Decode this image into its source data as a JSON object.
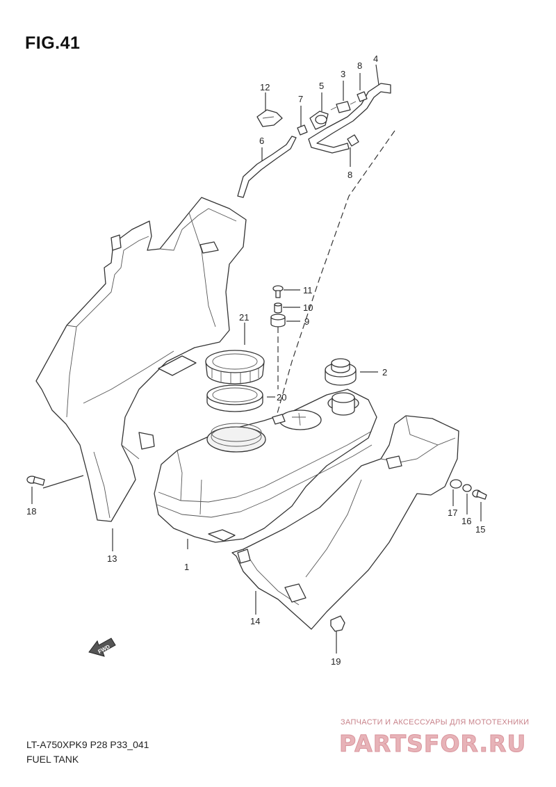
{
  "figure": {
    "title": "FIG.41",
    "model_code": "LT-A750XPK9 P28 P33_041",
    "section_title": "FUEL TANK"
  },
  "callouts": [
    "1",
    "2",
    "3",
    "4",
    "5",
    "6",
    "7",
    "8",
    "8",
    "9",
    "10",
    "11",
    "12",
    "13",
    "14",
    "15",
    "16",
    "17",
    "18",
    "19",
    "20",
    "21"
  ],
  "direction_indicator": {
    "label": "FWD"
  },
  "watermark": {
    "tagline": "ЗАПЧАСТИ И АКСЕССУАРЫ ДЛЯ МОТОТЕХНИКИ",
    "logo": "PARTSFOR.RU"
  }
}
